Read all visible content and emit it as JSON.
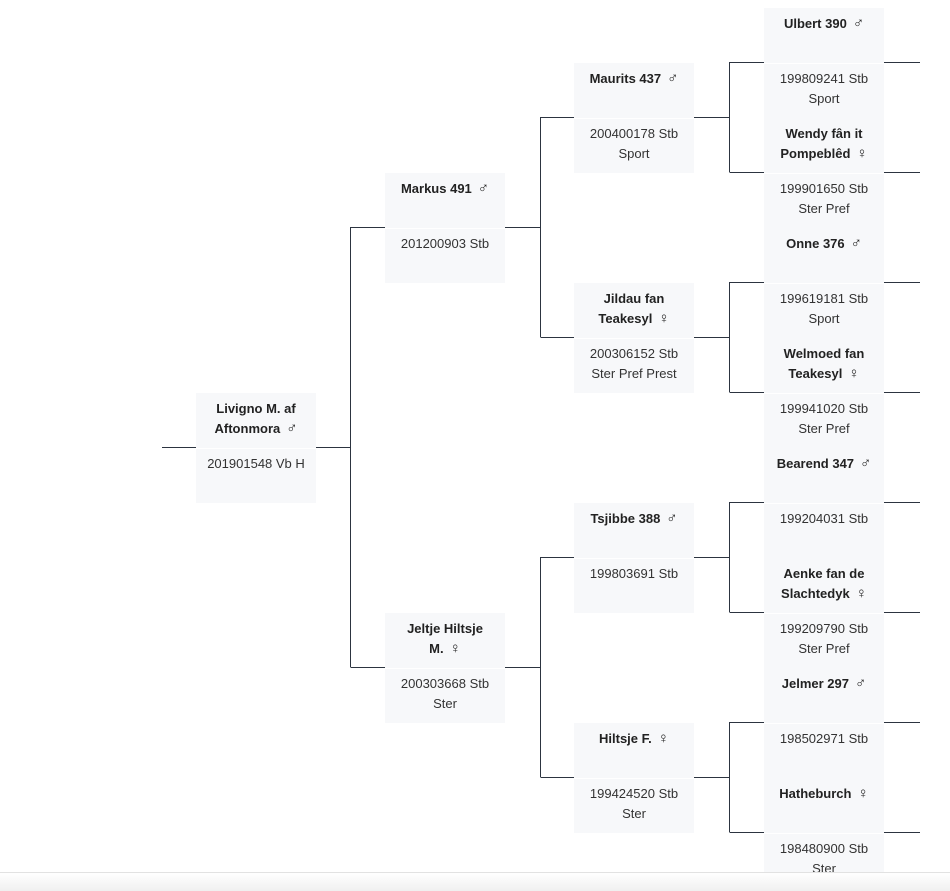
{
  "symbols": {
    "male": "♂",
    "female": "♀"
  },
  "subject": {
    "name": "Livigno M. af Aftonmora",
    "sex": "male",
    "info": [
      "201901548 Vb H"
    ]
  },
  "sire": {
    "name": "Markus 491",
    "sex": "male",
    "info": [
      "201200903 Stb"
    ]
  },
  "dam": {
    "name": "Jeltje Hiltsje M.",
    "sex": "female",
    "info": [
      "200303668 Stb",
      "Ster"
    ]
  },
  "sire_sire": {
    "name": "Maurits 437",
    "sex": "male",
    "info": [
      "200400178 Stb",
      "Sport"
    ]
  },
  "sire_dam": {
    "name": "Jildau fan Teakesyl",
    "sex": "female",
    "info": [
      "200306152 Stb",
      "Ster Pref Prest"
    ]
  },
  "dam_sire": {
    "name": "Tsjibbe 388",
    "sex": "male",
    "info": [
      "199803691 Stb"
    ]
  },
  "dam_dam": {
    "name": "Hiltsje F.",
    "sex": "female",
    "info": [
      "199424520 Stb",
      "Ster"
    ]
  },
  "ss_sire": {
    "name": "Ulbert 390",
    "sex": "male",
    "info": [
      "199809241 Stb",
      "Sport"
    ]
  },
  "ss_dam": {
    "name": "Wendy fân it Pompeblêd",
    "sex": "female",
    "info": [
      "199901650 Stb",
      "Ster Pref"
    ]
  },
  "sd_sire": {
    "name": "Onne 376",
    "sex": "male",
    "info": [
      "199619181 Stb",
      "Sport"
    ]
  },
  "sd_dam": {
    "name": "Welmoed fan Teakesyl",
    "sex": "female",
    "info": [
      "199941020 Stb",
      "Ster Pref"
    ]
  },
  "ds_sire": {
    "name": "Bearend 347",
    "sex": "male",
    "info": [
      "199204031 Stb"
    ]
  },
  "ds_dam": {
    "name": "Aenke fan de Slachtedyk",
    "sex": "female",
    "info": [
      "199209790 Stb",
      "Ster Pref"
    ]
  },
  "dd_sire": {
    "name": "Jelmer 297",
    "sex": "male",
    "info": [
      "198502971 Stb"
    ]
  },
  "dd_dam": {
    "name": "Hatheburch",
    "sex": "female",
    "info": [
      "198480900 Stb",
      "Ster"
    ]
  }
}
